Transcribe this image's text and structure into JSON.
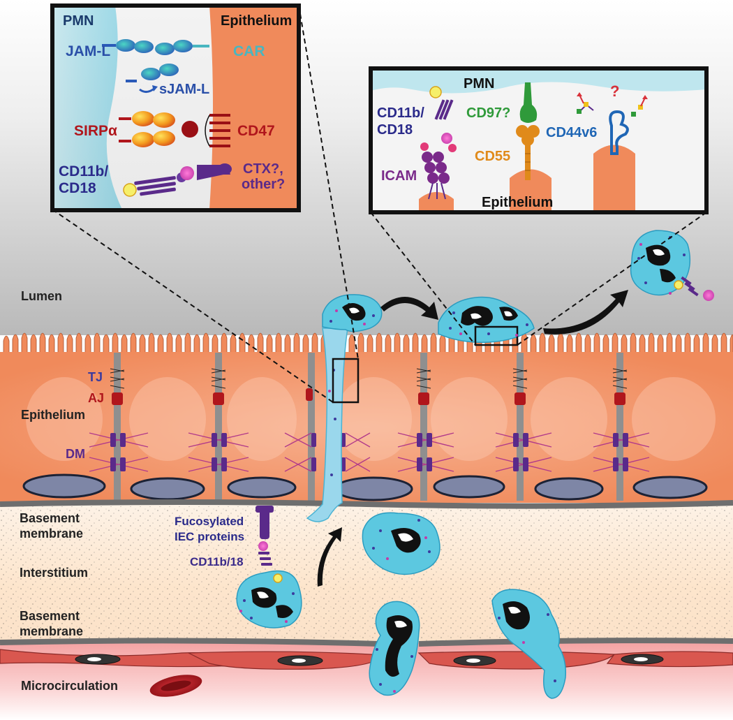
{
  "left_inset": {
    "pmn_label": "PMN",
    "epithelium_label": "Epithelium",
    "jam_l": "JAM-L",
    "car": "CAR",
    "sjam_l": "sJAM-L",
    "sirp_prefix": "SIRP",
    "sirp_alpha": "α",
    "cd47": "CD47",
    "cd11b_line1": "CD11b/",
    "cd11b_line2": "CD18",
    "ctx_line1": "CTX?,",
    "ctx_line2": "other?"
  },
  "right_inset": {
    "pmn_label": "PMN",
    "epithelium_label": "Epithelium",
    "cd11b_line1": "CD11b/",
    "cd11b_line2": "CD18",
    "cd97": "CD97?",
    "cd55": "CD55",
    "cd44v6": "CD44v6",
    "icam": "ICAM",
    "question_mark": "?"
  },
  "layer_labels": {
    "lumen": "Lumen",
    "epithelium": "Epithelium",
    "basement_membrane_top_line1": "Basement",
    "basement_membrane_top_line2": "membrane",
    "interstitium": "Interstitium",
    "basement_membrane_bottom_line1": "Basement",
    "basement_membrane_bottom_line2": "membrane",
    "microcirculation": "Microcirculation"
  },
  "junction_labels": {
    "tj": "TJ",
    "aj": "AJ",
    "dm": "DM"
  },
  "annotations": {
    "fucosylated_line1": "Fucosylated",
    "fucosylated_line2": "IEC proteins",
    "cd11b_18": "CD11b/18"
  },
  "colors": {
    "epithelium_orange": "#f08a5b",
    "pmn_cyan": "#5cc8e0",
    "tight_junction_blue": "#3b3b9e",
    "adherens_junction_red": "#b0161c",
    "desmosome_purple": "#5a2a8a",
    "cd97_green": "#2f9a3a",
    "cd55_orange": "#e08a1a",
    "cd44v6_blue": "#1f66b5",
    "car_teal": "#49b6c0"
  }
}
